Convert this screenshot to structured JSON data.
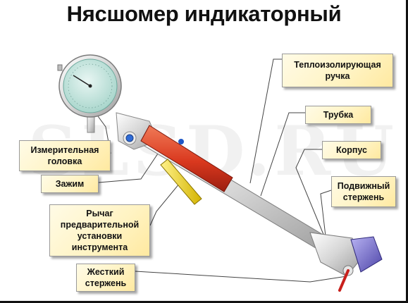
{
  "title": "Нясшомер индикаторный",
  "watermark": "SLSD.RU",
  "labels": {
    "handle": "Теплоизолирующая ручка",
    "tube": "Трубка",
    "body": "Корпус",
    "movable_rod": "Подвижный стержень",
    "measuring_head": "Измерительная головка",
    "clamp": "Зажим",
    "lever": "Рычаг предварительной установки инструмента",
    "rigid_rod": "Жесткий стержень"
  }
}
